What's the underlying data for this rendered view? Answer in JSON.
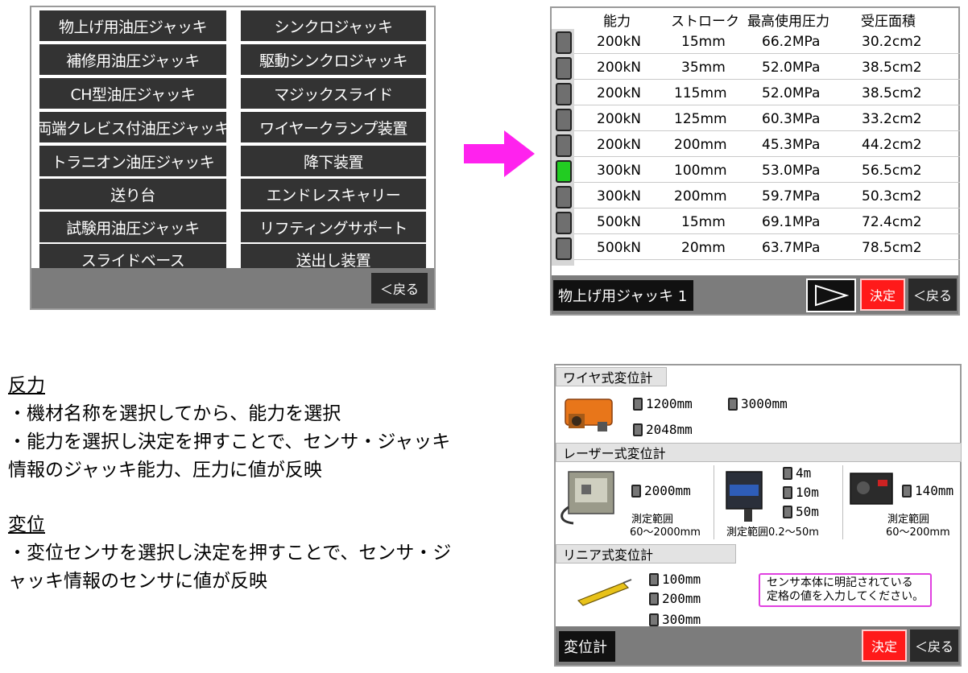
{
  "equipment_menu": {
    "left_column": [
      "物上げ用油圧ジャッキ",
      "補修用油圧ジャッキ",
      "CH型油圧ジャッキ",
      "両端クレビス付油圧ジャッキ",
      "トラニオン油圧ジャッキ",
      "送り台",
      "試験用油圧ジャッキ",
      "スライドベース"
    ],
    "right_column": [
      "シンクロジャッキ",
      "駆動シンクロジャッキ",
      "マジックスライド",
      "ワイヤークランプ装置",
      "降下装置",
      "エンドレスキャリー",
      "リフティングサポート",
      "送出し装置"
    ],
    "back_label": "＜戻る"
  },
  "capacity_table": {
    "headers": [
      "能力",
      "ストローク",
      "最高使用圧力",
      "受圧面積"
    ],
    "rows": [
      {
        "capacity": "200kN",
        "stroke": "15mm",
        "pressure": "66.2MPa",
        "area": "30.2cm2",
        "selected": false
      },
      {
        "capacity": "200kN",
        "stroke": "35mm",
        "pressure": "52.0MPa",
        "area": "38.5cm2",
        "selected": false
      },
      {
        "capacity": "200kN",
        "stroke": "115mm",
        "pressure": "52.0MPa",
        "area": "38.5cm2",
        "selected": false
      },
      {
        "capacity": "200kN",
        "stroke": "125mm",
        "pressure": "60.3MPa",
        "area": "33.2cm2",
        "selected": false
      },
      {
        "capacity": "200kN",
        "stroke": "200mm",
        "pressure": "45.3MPa",
        "area": "44.2cm2",
        "selected": false
      },
      {
        "capacity": "300kN",
        "stroke": "100mm",
        "pressure": "53.0MPa",
        "area": "56.5cm2",
        "selected": true
      },
      {
        "capacity": "300kN",
        "stroke": "200mm",
        "pressure": "59.7MPa",
        "area": "50.3cm2",
        "selected": false
      },
      {
        "capacity": "500kN",
        "stroke": "15mm",
        "pressure": "69.1MPa",
        "area": "72.4cm2",
        "selected": false
      },
      {
        "capacity": "500kN",
        "stroke": "20mm",
        "pressure": "63.7MPa",
        "area": "78.5cm2",
        "selected": false
      }
    ],
    "equipment_name": "物上げ用ジャッキ 1",
    "ok_label": "決定",
    "back_label": "＜戻る"
  },
  "description": {
    "reaction_heading": "反力",
    "reaction_line1": "・機材名称を選択してから、能力を選択",
    "reaction_line2": "・能力を選択し決定を押すことで、センサ・ジャッキ",
    "reaction_line3": "情報のジャッキ能力、圧力に値が反映",
    "displacement_heading": "変位",
    "displacement_line1": "・変位センサを選択し決定を押すことで、センサ・ジ",
    "displacement_line2": "ャッキ情報のセンサに値が反映"
  },
  "sensor_panel": {
    "wire_heading": "ワイヤ式変位計",
    "wire_options": [
      "1200mm",
      "3000mm",
      "2048mm"
    ],
    "laser_heading": "レーザー式変位計",
    "laser_group1_option": "2000mm",
    "laser_group1_range_label": "測定範囲",
    "laser_group1_range": "60～2000mm",
    "laser_group2_options": [
      "4m",
      "10m",
      "50m"
    ],
    "laser_group2_range": "測定範囲0.2～50m",
    "laser_group3_option": "140mm",
    "laser_group3_range_label": "測定範囲",
    "laser_group3_range": "60～200mm",
    "linear_heading": "リニア式変位計",
    "linear_options": [
      "100mm",
      "200mm",
      "300mm"
    ],
    "note_line1": "センサ本体に明記されている",
    "note_line2": "定格の値を入力してください。",
    "footer_title": "変位計",
    "ok_label": "決定",
    "back_label": "＜戻る"
  },
  "colors": {
    "button_dark": "#333333",
    "footer_gray": "#7c7c7c",
    "arrow_magenta": "#ff22ee",
    "selected_green": "#22cc22",
    "ok_red": "#ff1a1a",
    "note_border": "#e040e0"
  }
}
